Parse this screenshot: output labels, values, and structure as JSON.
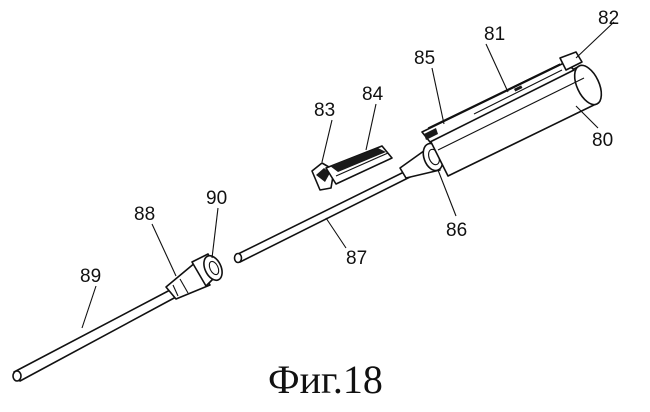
{
  "figure": {
    "caption": "Фиг.18",
    "labels": {
      "l80": "80",
      "l81": "81",
      "l82": "82",
      "l83": "83",
      "l84": "84",
      "l85": "85",
      "l86": "86",
      "l87": "87",
      "l88": "88",
      "l89": "89",
      "l90": "90"
    }
  }
}
